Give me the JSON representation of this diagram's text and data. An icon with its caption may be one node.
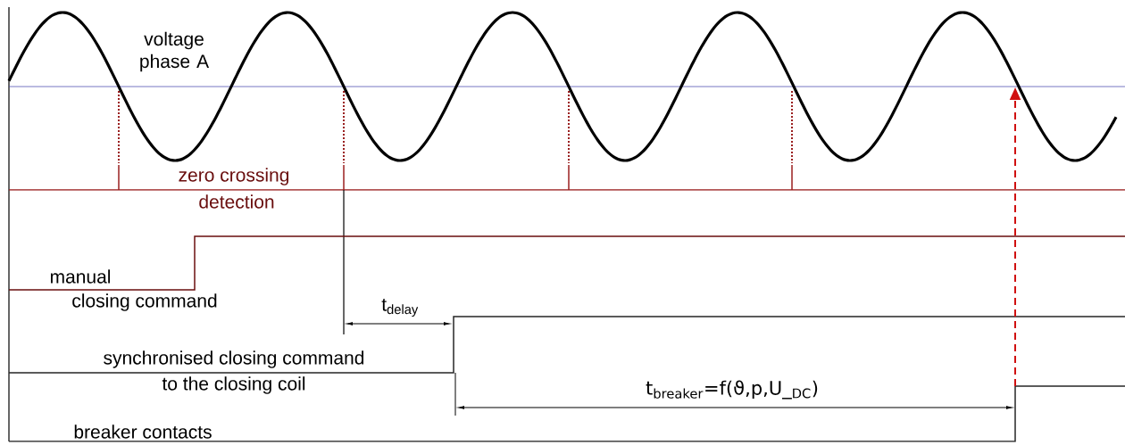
{
  "diagram": {
    "labels": [
      "voltage phase A",
      "zero crossing",
      "detection",
      "manual",
      "closing command",
      "t$_{delay}$",
      "synchronised closing command",
      "to the closing coil",
      "t$_{breaker}$=f(ϑ,p,U_$_{DC}$)",
      "breaker contacts"
    ]
  }
}
